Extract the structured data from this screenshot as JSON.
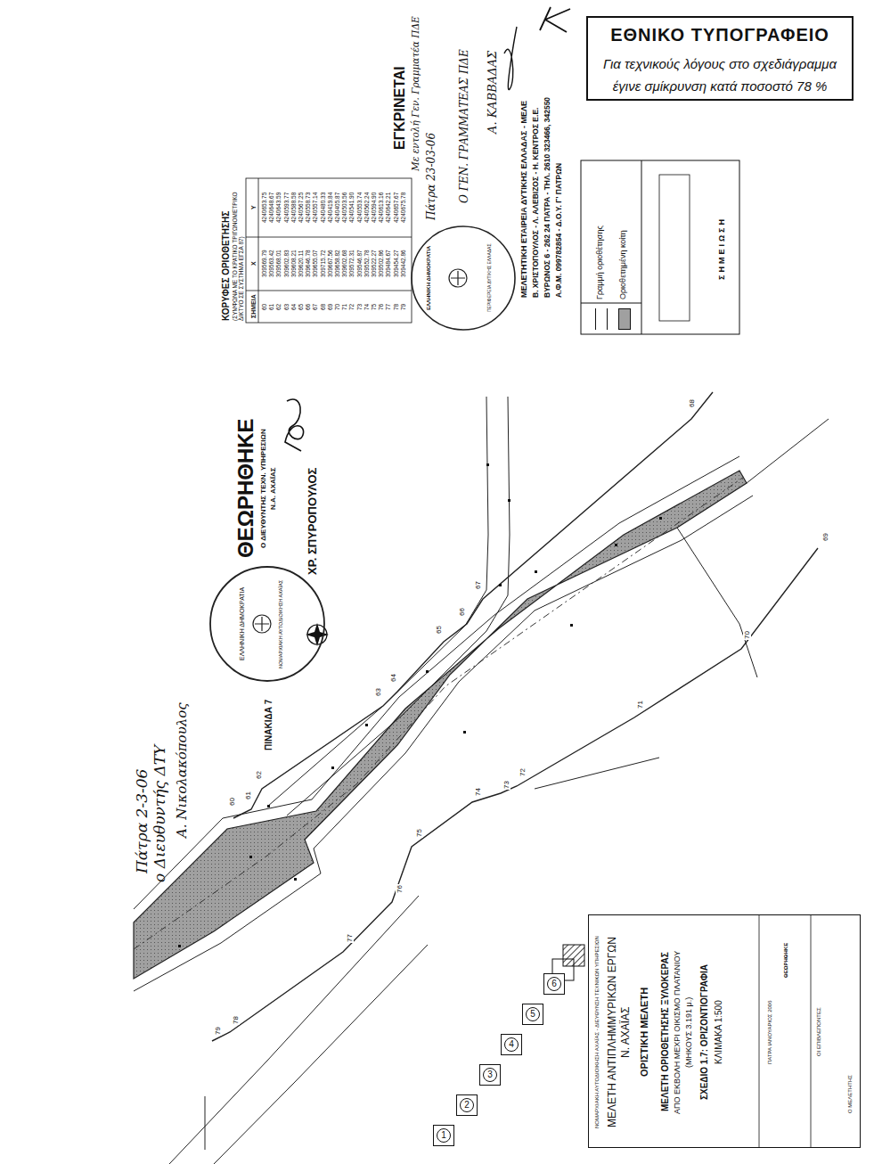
{
  "diagram": {
    "nodes": [
      {
        "text": [
          "ΕΘΝΙΚΟ ΤΥΠΟΓΡΑΦΕΙΟ",
          "Για τεχνικούς λόγους στο σχεδιάγραμμα",
          "έγινε σμίκρυνση κατά ποσοστό 78 %"
        ]
      },
      {
        "text": [
          "1"
        ]
      },
      {
        "text": [
          "2"
        ]
      },
      {
        "text": [
          "3"
        ]
      },
      {
        "text": [
          "4"
        ]
      },
      {
        "text": [
          "5"
        ]
      },
      {
        "text": [
          "6"
        ]
      },
      {
        "text": [
          "ΝΟΜΑΡΧΙΑΚΗ ΑΥΤΟΔΙΟΙΚΗΣΗ ΑΧΑΪΑΣ - ΔΙΕΥΘΥΝΣΗ ΤΕΧΝΙΚΩΝ ΥΠΗΡΕΣΙΩΝ",
          "ΜΕΛΕΤΗ ΑΝΤΙΠΛΗΜΜΥΡΙΚΩΝ ΕΡΓΩΝ",
          "Ν. ΑΧΑΪΑΣ",
          "ΟΡΙΣΤΙΚΗ ΜΕΛΕΤΗ",
          "ΜΕΛΕΤΗ ΟΡΙΟΘΕΤΗΣΗΣ ΞΥΛΟΚΕΡΑΣ",
          "ΑΠΟ ΕΚΒΟΛΗ ΜΕΧΡΙ ΟΙΚΙΣΜΟ ΠΛΑΤΑΝΙΟΥ",
          "(ΜΗΚΟΥΣ 3.191 μ.)",
          "ΣΧΕΔΙΟ 1.7: ΟΡΙΖΟΝΤΙΟΓΡΑΦΙΑ",
          "ΚΛΙΜΑΚΑ 1:500",
          "ΠΑΤΡΑ ΙΑΝΟΥΑΡΙΟΣ 2006",
          "ΘΕΩΡΗΘΗΚΕ",
          "ΟΙ ΕΠΙΒΛΕΠΟΝΤΕΣ",
          "Ο ΜΕΛΕΤΗΤΗΣ"
        ]
      }
    ],
    "labels": [
      "ΜΕΛΕΤΗΤΙΚΗ ΕΤΑΙΡΕΙΑ ΔΥΤΙΚΗΣ ΕΛΛΑΔΑΣ - ΜΕΛΕ",
      "Β. ΧΡΙΣΤΟΠΟΥΛΟΣ - Λ. ΑΛΕΒΙΖΟΣ - Η. ΚΕΝΤΡΟΣ Ε.Ε.",
      "ΒΥΡΩΝΟΣ 6 - 262 24 ΠΑΤΡΑ - ΤΗΛ. 2610 323466, 342550",
      "Α.Φ.Μ. 099782854 - Δ.Ο.Υ. Γ' ΠΑΤΡΩΝ",
      "ΚΟΡΥΦΕΣ ΟΡΙΟΘΕΤΗΣΗΣ",
      "(ΣΥΜΦΩΝΑ ΜΕ ΤΟ ΚΡΑΤΙΚΟ ΤΡΙΓΩΝΟΜΕΤΡΙΚΟ ΔΙΚΤΥΟ ΣΕ ΣΥΣΤΗΜΑ ΕΓΣΑ 87)",
      "ΣΗΜΕΙΑ",
      "X",
      "Y",
      "60",
      "309569.79",
      "4240653.75",
      "61",
      "309563.42",
      "4240648.67",
      "62",
      "309568.01",
      "4240643.59",
      "63",
      "309602.83",
      "4240593.77",
      "64",
      "309608.21",
      "4240588.58",
      "65",
      "309620.11",
      "4240567.25",
      "66",
      "309646.78",
      "4240558.73",
      "67",
      "309655.07",
      "4240557.14",
      "68",
      "309715.72",
      "4240480.33",
      "69",
      "309667.56",
      "4240419.84",
      "70",
      "309658.82",
      "4240405.87",
      "71",
      "309602.68",
      "4240503.56",
      "72",
      "309572.31",
      "4240541.90",
      "73",
      "309546.87",
      "4240553.74",
      "74",
      "309552.78",
      "4240562.24",
      "75",
      "309522.27",
      "4240594.90",
      "76",
      "309502.86",
      "4240613.16",
      "77",
      "309484.67",
      "4240642.21",
      "78",
      "309454.27",
      "4240657.67",
      "79",
      "309442.86",
      "4240675.78",
      "ΕΓΚΡΙΝΕΤΑΙ",
      "Με εντολή Γεν. Γραμματέα ΠΔΕ",
      "Πάτρα 23-03-06",
      "Ο ΓΕΝ. ΓΡΑΜΜΑΤΕΑΣ ΠΔΕ",
      "Α. ΚΑΒΒΑΔΑΣ",
      "ΕΛΛΗΝΙΚΗ ΔΗΜΟΚΡΑΤΙΑ",
      "ΠΕΡΙΦΕΡΕΙΑ ΔΥΤΙΚΗΣ ΕΛΛΑΔΑΣ",
      "ΣΗΜΕΙΩΣΗ",
      "ΘΕΩΡΗΘΗΚΕ",
      "Ο ΔΙΕΥΘΥΝΤΗΣ ΤΕΧΝ. ΥΠΗΡΕΣΙΩΝ",
      "Ν.Α. ΑΧΑΪΑΣ",
      "ΕΛΛΗΝΙΚΗ ΔΗΜΟΚΡΑΤΙΑ",
      "ΝΟΜΑΡΧΙΑΚΗ ΑΥΤΟΔΙΟΙΚΗΣΗ ΑΧΑΪΑΣ",
      "ΧΡ. ΣΠΥΡΟΠΟΥΛΟΣ",
      "ΠΙΝΑΚΙΔΑ 7",
      "Πάτρα 2-3-06",
      "ο Διευθυντής ΔΤΥ",
      "Α. Νικολακόπουλος",
      "60",
      "61",
      "62",
      "63",
      "64",
      "65",
      "66",
      "67",
      "68",
      "69",
      "70",
      "71",
      "72",
      "73",
      "74",
      "75",
      "76",
      "77",
      "78",
      "79"
    ],
    "legend": [
      {
        "text": "Γραμμή οριοθέτησης"
      },
      {
        "text": "Οριοθετημένη κοίτη",
        "color": "#a0a0a0"
      }
    ]
  }
}
